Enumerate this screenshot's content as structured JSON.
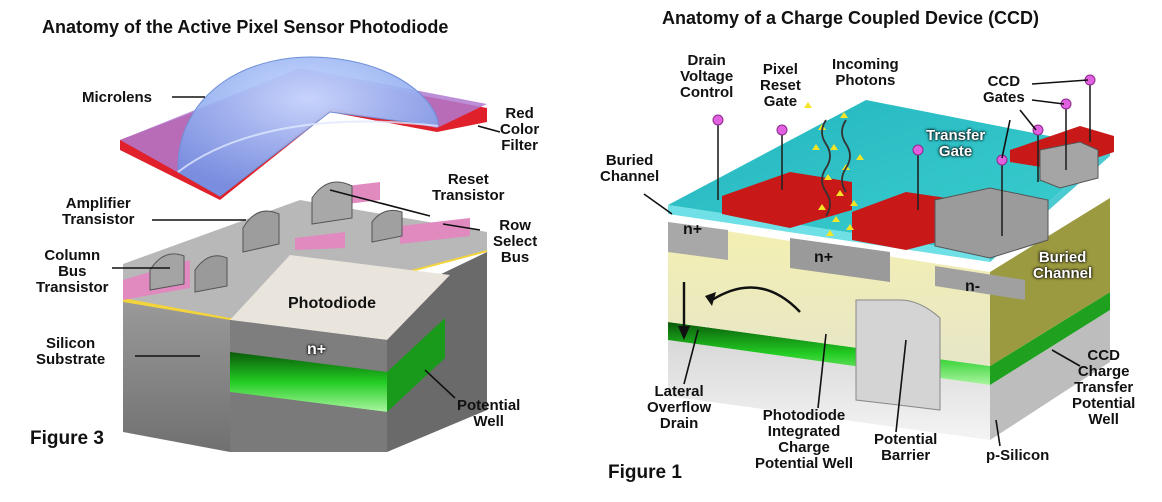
{
  "left_panel": {
    "title": "Anatomy of the Active Pixel Sensor Photodiode",
    "figure_label": "Figure 3",
    "labels": {
      "microlens": "Microlens",
      "red_color_filter": "Red\nColor\nFilter",
      "reset_transistor": "Reset\nTransistor",
      "amplifier_transistor": "Amplifier\nTransistor",
      "row_select_bus": "Row\nSelect\nBus",
      "column_bus_transistor": "Column\nBus\nTransistor",
      "photodiode": "Photodiode",
      "n_plus": "n+",
      "silicon_substrate": "Silicon\nSubstrate",
      "potential_well": "Potential\nWell"
    }
  },
  "right_panel": {
    "title": "Anatomy of a Charge Coupled Device (CCD)",
    "figure_label": "Figure 1",
    "labels": {
      "drain_voltage_control": "Drain\nVoltage\nControl",
      "pixel_reset_gate": "Pixel\nReset\nGate",
      "incoming_photons": "Incoming\nPhotons",
      "ccd_gates": "CCD\nGates",
      "transfer_gate": "Transfer\nGate",
      "buried_channel_left": "Buried\nChannel",
      "n_plus_left": "n+",
      "n_plus_center": "n+",
      "buried_channel_right": "Buried\nChannel",
      "n_minus": "n-",
      "lateral_overflow_drain": "Lateral\nOverflow\nDrain",
      "photodiode_integrated": "Photodiode\nIntegrated\nCharge\nPotential Well",
      "potential_barrier": "Potential\nBarrier",
      "p_silicon": "p-Silicon",
      "ccd_charge_transfer": "CCD\nCharge\nTransfer\nPotential\nWell"
    }
  },
  "colors": {
    "substrate_gray": "#8a8a8a",
    "filter_red": "#e0202a",
    "lens_blue": "#7fa6ee",
    "well_green": "#22d022",
    "ccd_teal": "#2cb8c0",
    "gate_red": "#c81818",
    "oxide_yellow": "#f0e68c",
    "pin_magenta": "#e060e0"
  }
}
